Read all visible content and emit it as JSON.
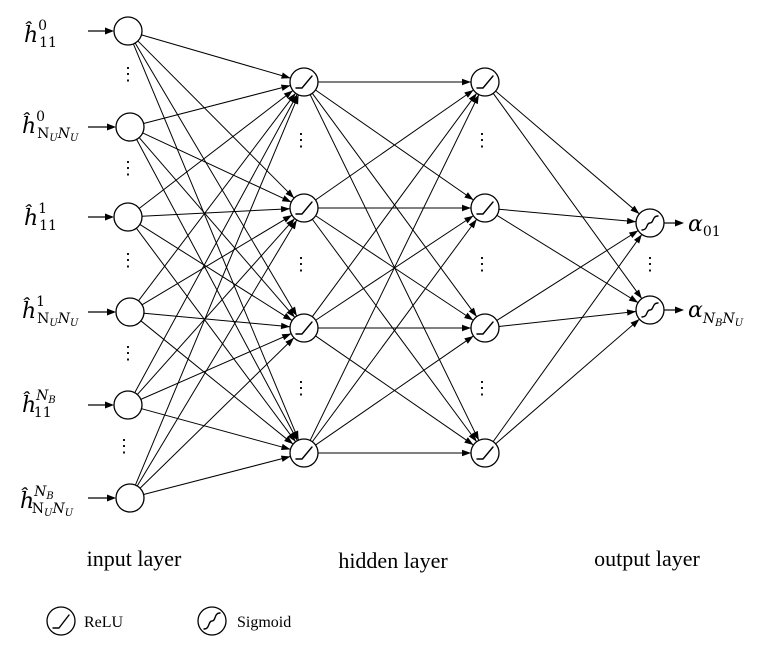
{
  "layers": {
    "input": {
      "label": "input layer",
      "inputs": [
        {
          "symbol": "ĥ",
          "sup": "0",
          "sub_plain": "11"
        },
        {
          "symbol": "ĥ",
          "sup": "0",
          "sub_plain": "N",
          "sub_i1": "U",
          "sub_i2": "N",
          "sub_i3": "U"
        },
        {
          "symbol": "ĥ",
          "sup": "1",
          "sub_plain": "11"
        },
        {
          "symbol": "ĥ",
          "sup": "1",
          "sub_plain": "N",
          "sub_i1": "U",
          "sub_i2": "N",
          "sub_i3": "U"
        },
        {
          "symbol": "ĥ",
          "sup": "N",
          "sup_sub": "B",
          "sub_plain": "11"
        },
        {
          "symbol": "ĥ",
          "sup": "N",
          "sup_sub": "B",
          "sub_plain": "N",
          "sub_i1": "U",
          "sub_i2": "N",
          "sub_i3": "U"
        }
      ]
    },
    "hidden": {
      "label": "hidden layer"
    },
    "output": {
      "label": "output layer",
      "outputs": [
        {
          "symbol": "α",
          "sub": "01"
        },
        {
          "symbol": "α",
          "sub_i1": "N",
          "sub_i2": "B",
          "sub_i3": "N",
          "sub_i4": "U"
        }
      ]
    }
  },
  "ellipsis": "⋮",
  "legend": [
    {
      "icon": "relu-icon",
      "label": "ReLU"
    },
    {
      "icon": "sigmoid-icon",
      "label": "Sigmoid"
    }
  ]
}
